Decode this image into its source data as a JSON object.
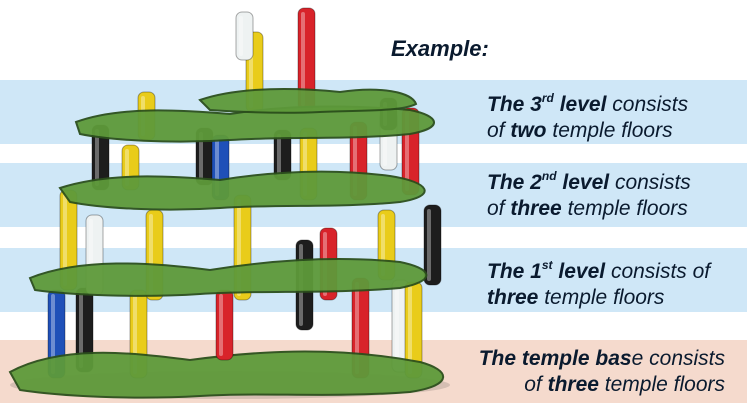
{
  "title": "Example:",
  "levels": [
    {
      "prefix": "The 3",
      "suffix": "rd",
      "word": "level",
      "rest1": "consists",
      "of": "of",
      "count": "two",
      "tail": "temple floors"
    },
    {
      "prefix": "The 2",
      "suffix": "nd",
      "word": "level",
      "rest1": "consists",
      "of": "of",
      "count": "three",
      "tail": "temple floors"
    },
    {
      "prefix": "The 1",
      "suffix": "st",
      "word": "level",
      "rest1": "consists of",
      "count": "three",
      "tail": "temple floors"
    }
  ],
  "base": {
    "bold": "The temple bas",
    "rest": "e consists",
    "of": "of",
    "count": "three",
    "tail": "temple floors"
  },
  "colors": {
    "band_blue": "#cae4f6",
    "band_peach": "#f4d6c8",
    "pillar_red": "#d8232a",
    "pillar_yellow": "#e9cc1a",
    "pillar_black": "#1d1d1d",
    "pillar_blue": "#1f50b8",
    "pillar_white": "#eef2f2",
    "floor_green": "#5e9a3a"
  }
}
